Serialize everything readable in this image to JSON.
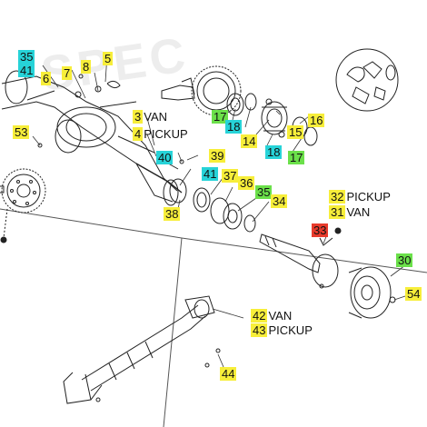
{
  "diagram": {
    "watermark": "SPEC",
    "callouts": [
      {
        "id": "c35",
        "num": "35",
        "label": "",
        "color": "cyan"
      },
      {
        "id": "c41a",
        "num": "41",
        "label": "",
        "color": "cyan"
      },
      {
        "id": "c5",
        "num": "5",
        "label": "",
        "color": "yellow"
      },
      {
        "id": "c8",
        "num": "8",
        "label": "",
        "color": "yellow"
      },
      {
        "id": "c7",
        "num": "7",
        "label": "",
        "color": "yellow"
      },
      {
        "id": "c6",
        "num": "6",
        "label": "",
        "color": "yellow"
      },
      {
        "id": "c53",
        "num": "53",
        "label": "",
        "color": "yellow"
      },
      {
        "id": "c3",
        "num": "3",
        "label": "VAN",
        "color": "yellow"
      },
      {
        "id": "c4",
        "num": "4",
        "label": "PICKUP",
        "color": "yellow"
      },
      {
        "id": "c17a",
        "num": "17",
        "label": "",
        "color": "green"
      },
      {
        "id": "c18a",
        "num": "18",
        "label": "",
        "color": "cyan"
      },
      {
        "id": "c14",
        "num": "14",
        "label": "",
        "color": "yellow"
      },
      {
        "id": "c16",
        "num": "16",
        "label": "",
        "color": "yellow"
      },
      {
        "id": "c15",
        "num": "15",
        "label": "",
        "color": "yellow"
      },
      {
        "id": "c18b",
        "num": "18",
        "label": "",
        "color": "cyan"
      },
      {
        "id": "c17b",
        "num": "17",
        "label": "",
        "color": "green"
      },
      {
        "id": "c40",
        "num": "40",
        "label": "",
        "color": "cyan"
      },
      {
        "id": "c39",
        "num": "39",
        "label": "",
        "color": "yellow"
      },
      {
        "id": "c41b",
        "num": "41",
        "label": "",
        "color": "cyan"
      },
      {
        "id": "c37",
        "num": "37",
        "label": "",
        "color": "yellow"
      },
      {
        "id": "c36",
        "num": "36",
        "label": "",
        "color": "yellow"
      },
      {
        "id": "c35b",
        "num": "35",
        "label": "",
        "color": "green"
      },
      {
        "id": "c34",
        "num": "34",
        "label": "",
        "color": "yellow"
      },
      {
        "id": "c38",
        "num": "38",
        "label": "",
        "color": "yellow"
      },
      {
        "id": "c32",
        "num": "32",
        "label": "PICKUP",
        "color": "yellow"
      },
      {
        "id": "c31",
        "num": "31",
        "label": "VAN",
        "color": "yellow"
      },
      {
        "id": "c33",
        "num": "33",
        "label": "",
        "color": "red"
      },
      {
        "id": "c30",
        "num": "30",
        "label": "",
        "color": "green"
      },
      {
        "id": "c54",
        "num": "54",
        "label": "",
        "color": "yellow"
      },
      {
        "id": "c42",
        "num": "42",
        "label": "VAN",
        "color": "yellow"
      },
      {
        "id": "c43",
        "num": "43",
        "label": "PICKUP",
        "color": "yellow"
      },
      {
        "id": "c44",
        "num": "44",
        "label": "",
        "color": "yellow"
      }
    ]
  }
}
